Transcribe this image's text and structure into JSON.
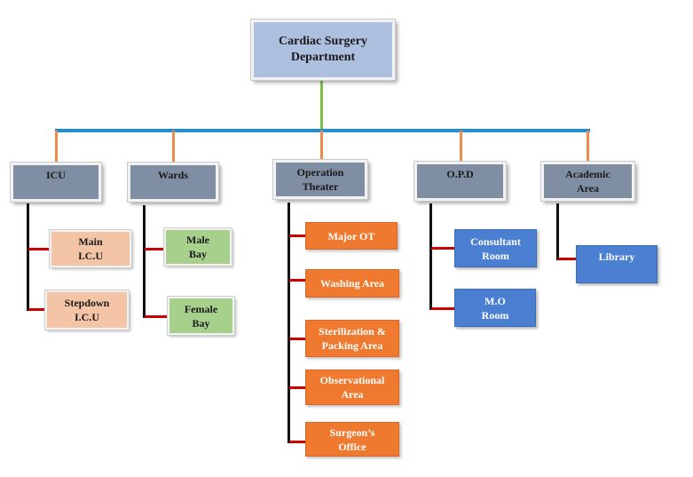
{
  "root": {
    "label": "Cardiac Surgery\nDepartment"
  },
  "columns": [
    {
      "label": "ICU",
      "children": [
        "Main\nI.C.U",
        "Stepdown\nI.C.U"
      ]
    },
    {
      "label": "Wards",
      "children": [
        "Male\nBay",
        "Female\nBay"
      ]
    },
    {
      "label": "Operation\nTheater",
      "children": [
        "Major OT",
        "Washing Area",
        "Sterilization &\nPacking Area",
        "Observational\nArea",
        "Surgeon’s\nOffice"
      ]
    },
    {
      "label": "O.P.D",
      "children": [
        "Consultant\nRoom",
        "M.O\nRoom"
      ]
    },
    {
      "label": "Academic\nArea",
      "children": [
        "Library"
      ]
    }
  ],
  "colors": {
    "root": "#adc0e0",
    "heads": "#7f8ea3",
    "icu": "#f4c4a6",
    "wards": "#a7d08c",
    "theater": "#ef7a2f",
    "opd": "#4a7fd2",
    "academic": "#4a7fd2",
    "bus": "#1e90d8",
    "root_connector": "#7cbf44",
    "drop_lines": "#ef8a4a",
    "branch_spine": "#111111",
    "branch_ticks": "#cc0000"
  }
}
